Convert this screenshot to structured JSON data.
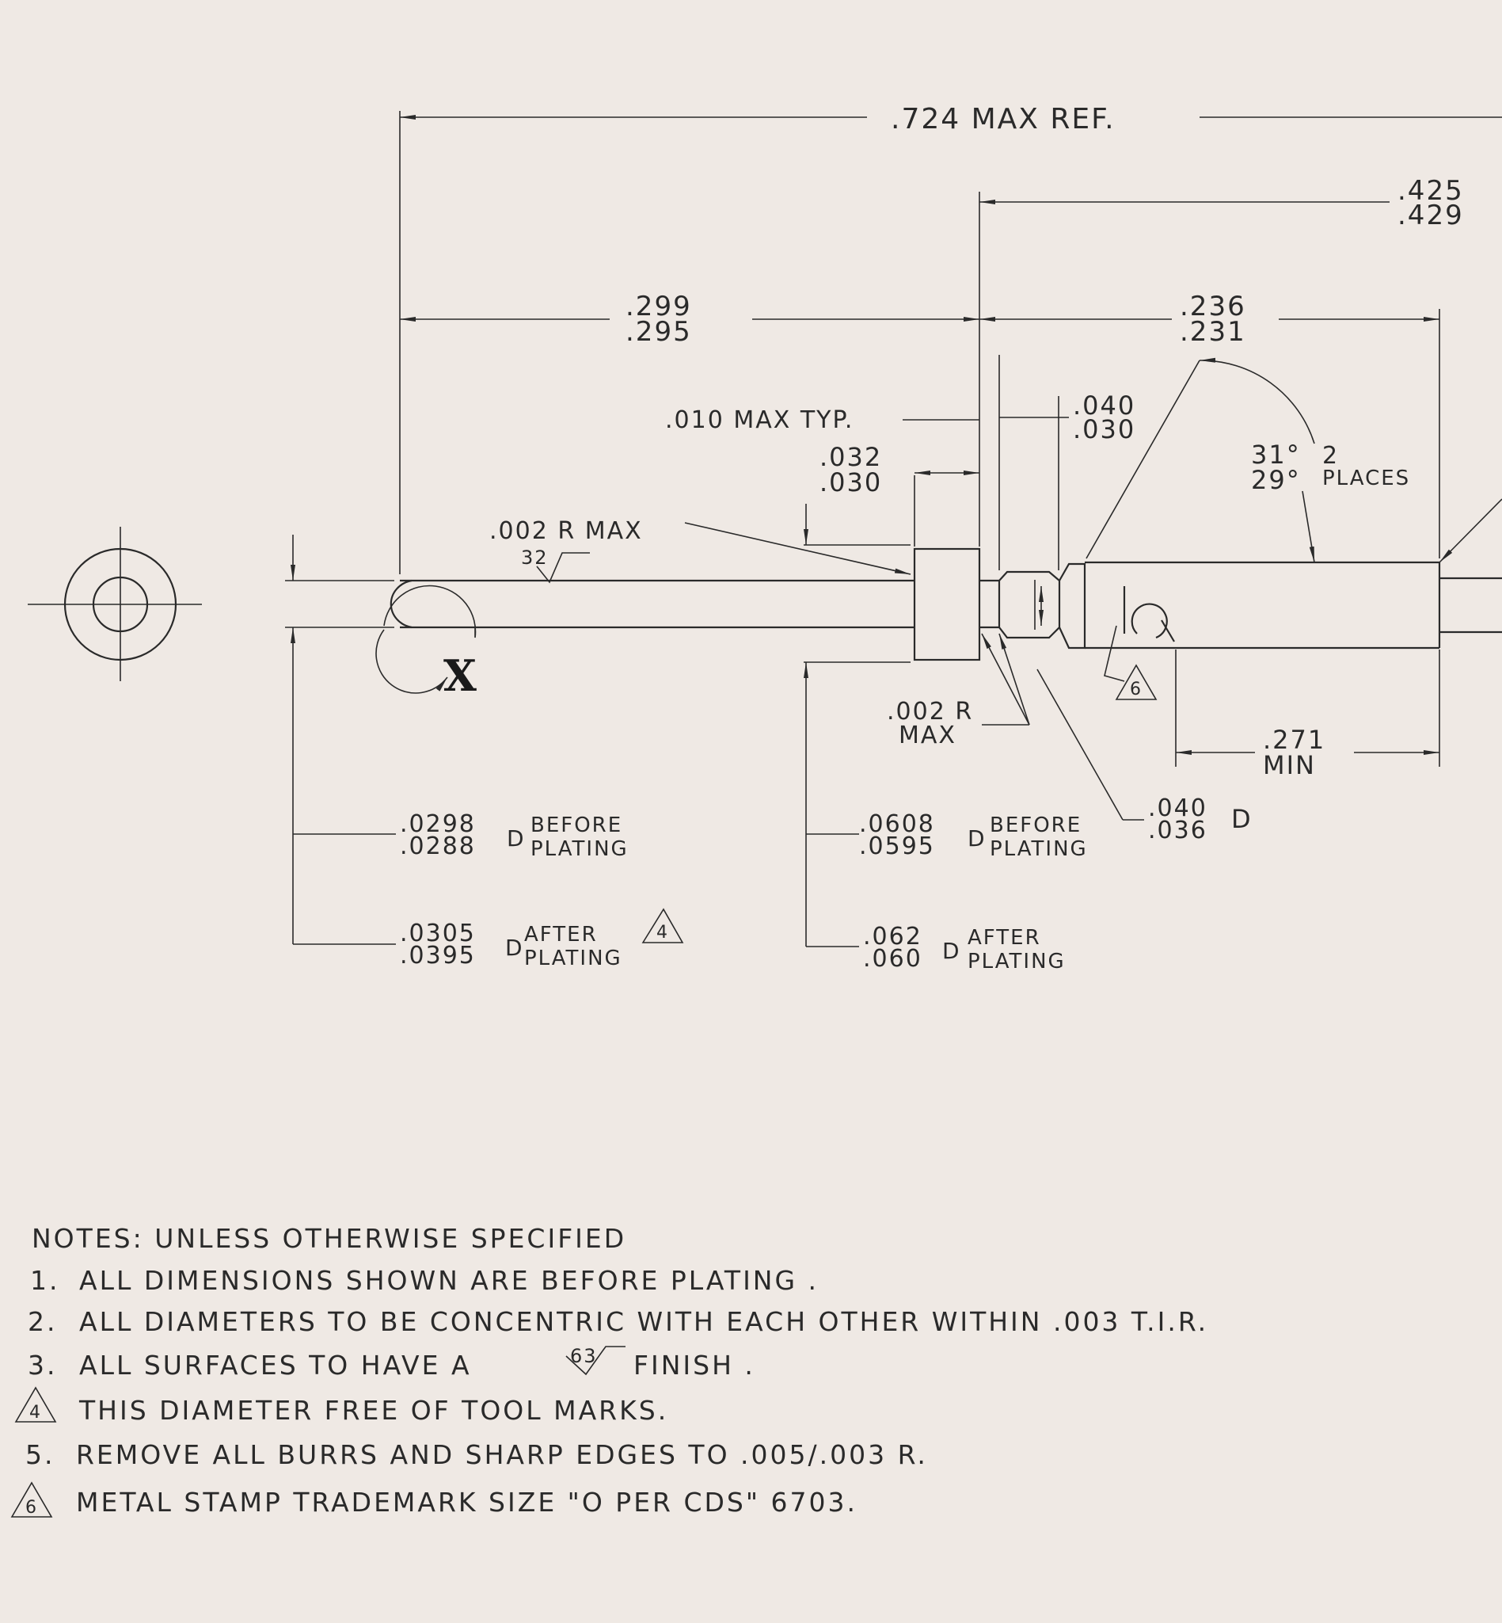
{
  "dimensions": {
    "overall_length": ".724 MAX REF.",
    "right_length_upper": ".425",
    "right_length_lower": ".429",
    "shank_length_upper": ".299",
    "shank_length_lower": ".295",
    "body_length_upper": ".236",
    "body_length_lower": ".231",
    "collar_max": ".010  MAX TYP.",
    "groove_upper": ".040",
    "groove_lower": ".030",
    "collar_width_upper": ".032",
    "collar_width_lower": ".030",
    "angle_upper": "31°",
    "angle_lower": "29°",
    "angle_count": "2",
    "angle_places": "PLACES",
    "tip_radius": ".002 R   MAX",
    "finish_32": "32",
    "collar_radius_1": ".002 R",
    "collar_radius_2": "MAX",
    "stamp_length_1": ".271",
    "stamp_length_2": "MIN",
    "groove_dia_upper": ".040",
    "groove_dia_lower": ".036",
    "groove_dia_suffix": "D",
    "view_label": "X"
  },
  "diameters": {
    "shank_before_upper": ".0298",
    "shank_before_lower": ".0288",
    "shank_after_upper": ".0305",
    "shank_after_lower": ".0395",
    "collar_before_upper": ".0608",
    "collar_before_lower": ".0595",
    "collar_after_upper": ".062",
    "collar_after_lower": ".060",
    "d_suffix": "D",
    "before": "BEFORE",
    "after": "AFTER",
    "plating": "PLATING"
  },
  "markers": {
    "note4": "4",
    "note6": "6"
  },
  "notes": {
    "heading": "NOTES:  UNLESS  OTHERWISE  SPECIFIED",
    "n1_num": "1.",
    "n1": "ALL  DIMENSIONS  SHOWN  ARE  BEFORE  PLATING .",
    "n2_num": "2.",
    "n2": "ALL  DIAMETERS TO  BE  CONCENTRIC  WITH  EACH  OTHER  WITHIN  .003 T.I.R.",
    "n3_num": "3.",
    "n3_pre": "ALL  SURFACES  TO  HAVE  A",
    "n3_finish": "63",
    "n3_post": "FINISH .",
    "n4_num": "4",
    "n4": "THIS  DIAMETER  FREE  OF  TOOL  MARKS.",
    "n5_num": "5.",
    "n5": "REMOVE  ALL  BURRS  AND  SHARP  EDGES  TO  .005/.003 R.",
    "n6_num": "6",
    "n6": "METAL  STAMP  TRADEMARK  SIZE  \"O  PER CDS\" 6703."
  },
  "colors": {
    "paper": "#efe9e4",
    "ink": "#2a2a2a"
  }
}
